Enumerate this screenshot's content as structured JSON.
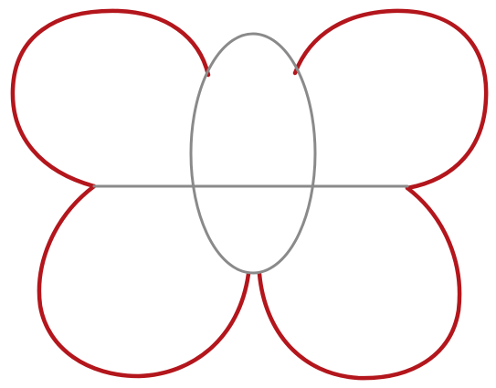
{
  "figure": {
    "subject": "butterfly-outline",
    "colors": {
      "background": "#ffffff",
      "wing_outline": "#b3161c",
      "guide_lines": "#8a8a8a"
    },
    "parts": [
      "upper-left-wing",
      "upper-right-wing",
      "lower-left-wing",
      "lower-right-wing",
      "body-oval",
      "horizontal-axis-line"
    ]
  }
}
